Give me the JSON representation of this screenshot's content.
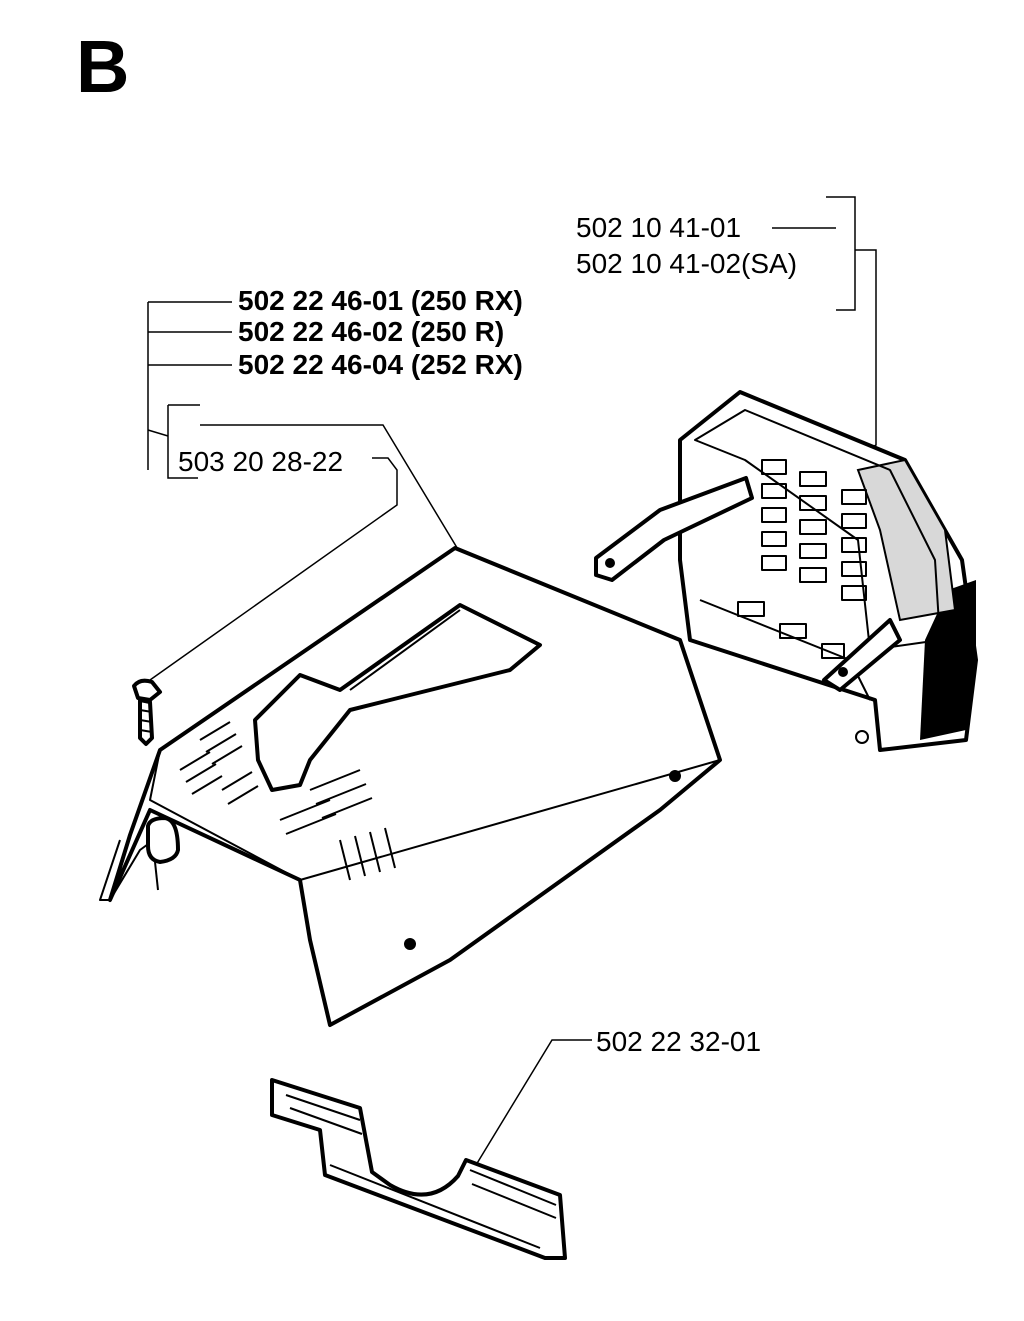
{
  "section_letter": "B",
  "labels": {
    "filter_cover_a": "502 10 41-01",
    "filter_cover_b": "502 10 41-02(SA)",
    "top_cover_250rx": "502 22 46-01 (250 RX)",
    "top_cover_250r": "502 22 46-02 (250 R)",
    "top_cover_252rx": "502 22 46-04 (252 RX)",
    "screw": "503 20 28-22",
    "bottom_plate": "502 22 32-01"
  }
}
